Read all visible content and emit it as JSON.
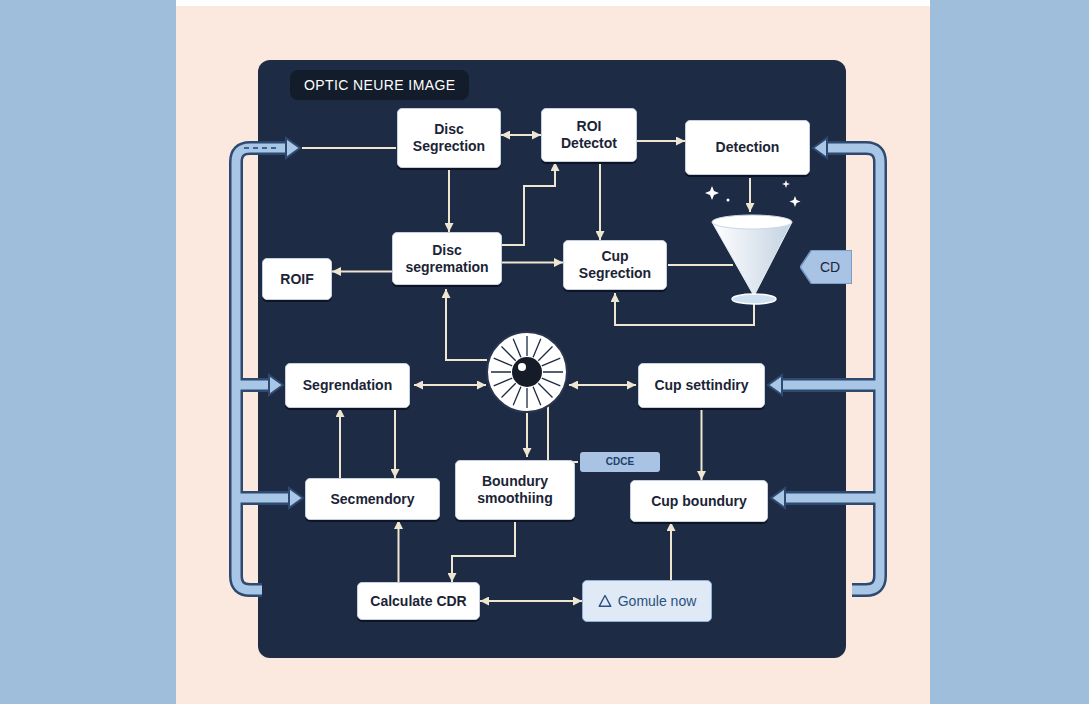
{
  "diagram": {
    "title": "OPTIC NEURE IMAGE",
    "nodes": [
      {
        "text": [
          "Disc Segrection"
        ]
      },
      {
        "text": [
          "ROI Detectot"
        ]
      },
      {
        "text": [
          "Detection"
        ]
      },
      {
        "text": [
          "ROIF"
        ]
      },
      {
        "text": [
          "Disc segremation"
        ]
      },
      {
        "text": [
          "Cup Segrection"
        ]
      },
      {
        "text": [
          "CD"
        ]
      },
      {
        "text": [
          "Segrendation"
        ]
      },
      {
        "text": [
          "Cup settindiry"
        ]
      },
      {
        "text": [
          "CDCE"
        ]
      },
      {
        "text": [
          "Secmendory"
        ]
      },
      {
        "text": [
          "Boundury smoothiing"
        ]
      },
      {
        "text": [
          "Cup boundury"
        ]
      },
      {
        "text": [
          "Calculate CDR"
        ]
      },
      {
        "text": [
          "Gomule now"
        ]
      }
    ],
    "edges": [
      {
        "from": 0,
        "to": 1,
        "arrow": "both"
      },
      {
        "from": 1,
        "to": 2,
        "arrow": "to"
      },
      {
        "from": 0,
        "to": 4,
        "arrow": "to"
      },
      {
        "from": 1,
        "to": 5,
        "arrow": "to"
      },
      {
        "from": 4,
        "to": 3,
        "arrow": "to"
      },
      {
        "from": 4,
        "to": 5,
        "arrow": "to"
      },
      {
        "from": 4,
        "to": 1,
        "arrow": "to"
      },
      {
        "from": 7,
        "to": 10,
        "arrow": "to"
      },
      {
        "from": 10,
        "to": 7,
        "arrow": "to"
      },
      {
        "from": 11,
        "to": 13,
        "arrow": "to"
      },
      {
        "from": 13,
        "to": 14,
        "arrow": "both"
      },
      {
        "from": 8,
        "to": 12,
        "arrow": "to"
      },
      {
        "from": 14,
        "to": 12,
        "arrow": "to"
      },
      {
        "from": 13,
        "to": 10,
        "arrow": "to"
      }
    ]
  }
}
